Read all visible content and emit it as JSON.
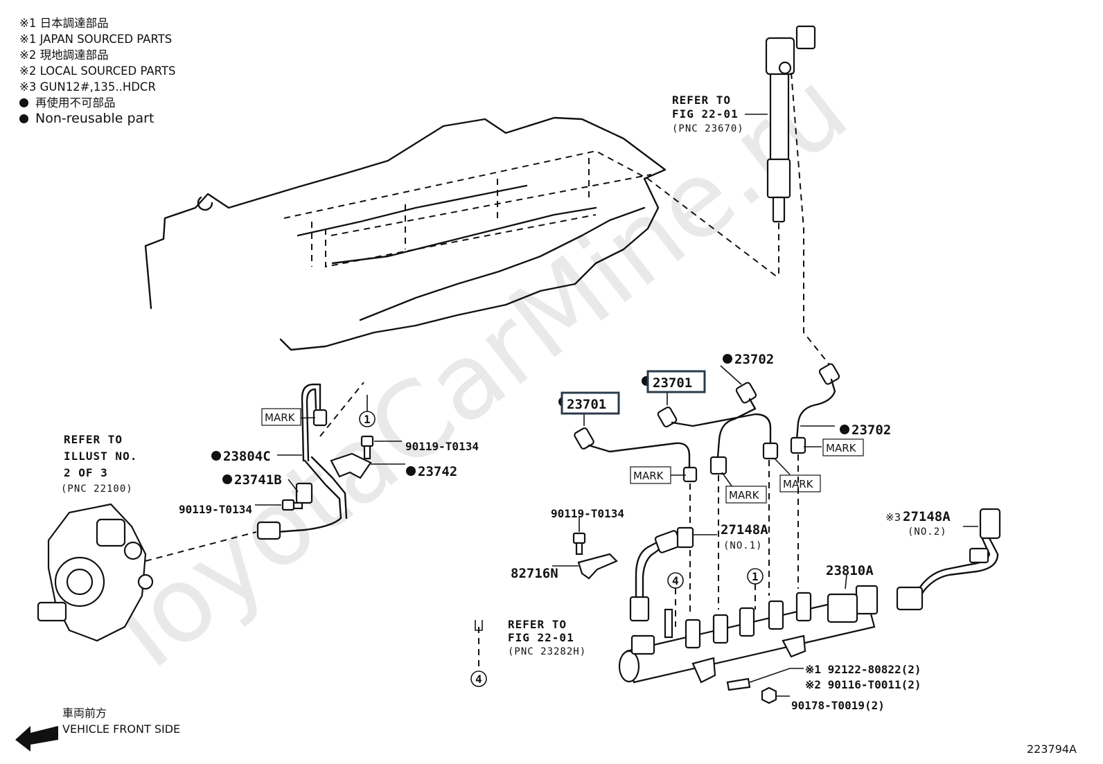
{
  "legend": {
    "line1": "※1 日本調達部品",
    "line2": "※1 JAPAN SOURCED PARTS",
    "line3": "※2 現地調達部品",
    "line4": "※2 LOCAL SOURCED PARTS",
    "line5": "※3 GUN12#,135..HDCR",
    "line6": "再使用不可部品",
    "line7": "Non-reusable part"
  },
  "watermark": "ToyotaCarMine.ru",
  "refs": {
    "injector": {
      "l1": "REFER TO",
      "l2": "FIG 22-01",
      "l3": "(PNC 23670)"
    },
    "pump": {
      "l1": "REFER TO",
      "l2": "ILLUST NO.",
      "l3": "2 OF 3",
      "l4": "(PNC 22100)"
    },
    "rail": {
      "l1": "REFER TO",
      "l2": "FIG 22-01",
      "l3": "(PNC 23282H)"
    }
  },
  "parts": {
    "p23701a": "23701",
    "p23701b": "23701",
    "p23702a": "23702",
    "p23702b": "23702",
    "p23804c": "23804C",
    "p23741b": "23741B",
    "p23742": "23742",
    "p90119a": "90119-T0134",
    "p90119b": "90119-T0134",
    "p90119c": "90119-T0134",
    "p27148a": "27148A",
    "p27148a_sub": "(NO.1)",
    "p27148a2_prefix": "※3",
    "p27148a2": "27148A",
    "p27148a2_sub": "(NO.2)",
    "p82716n": "82716N",
    "p23810a": "23810A",
    "p92122": "※1 92122-80822(2)",
    "p90116": "※2 90116-T0011(2)",
    "p90178": "90178-T0019(2)"
  },
  "marks": {
    "label": "MARK"
  },
  "circles": {
    "c1": "1",
    "c4": "4"
  },
  "front": {
    "jp": "車両前方",
    "en": "VEHICLE FRONT SIDE"
  },
  "figure_no": "223794A"
}
